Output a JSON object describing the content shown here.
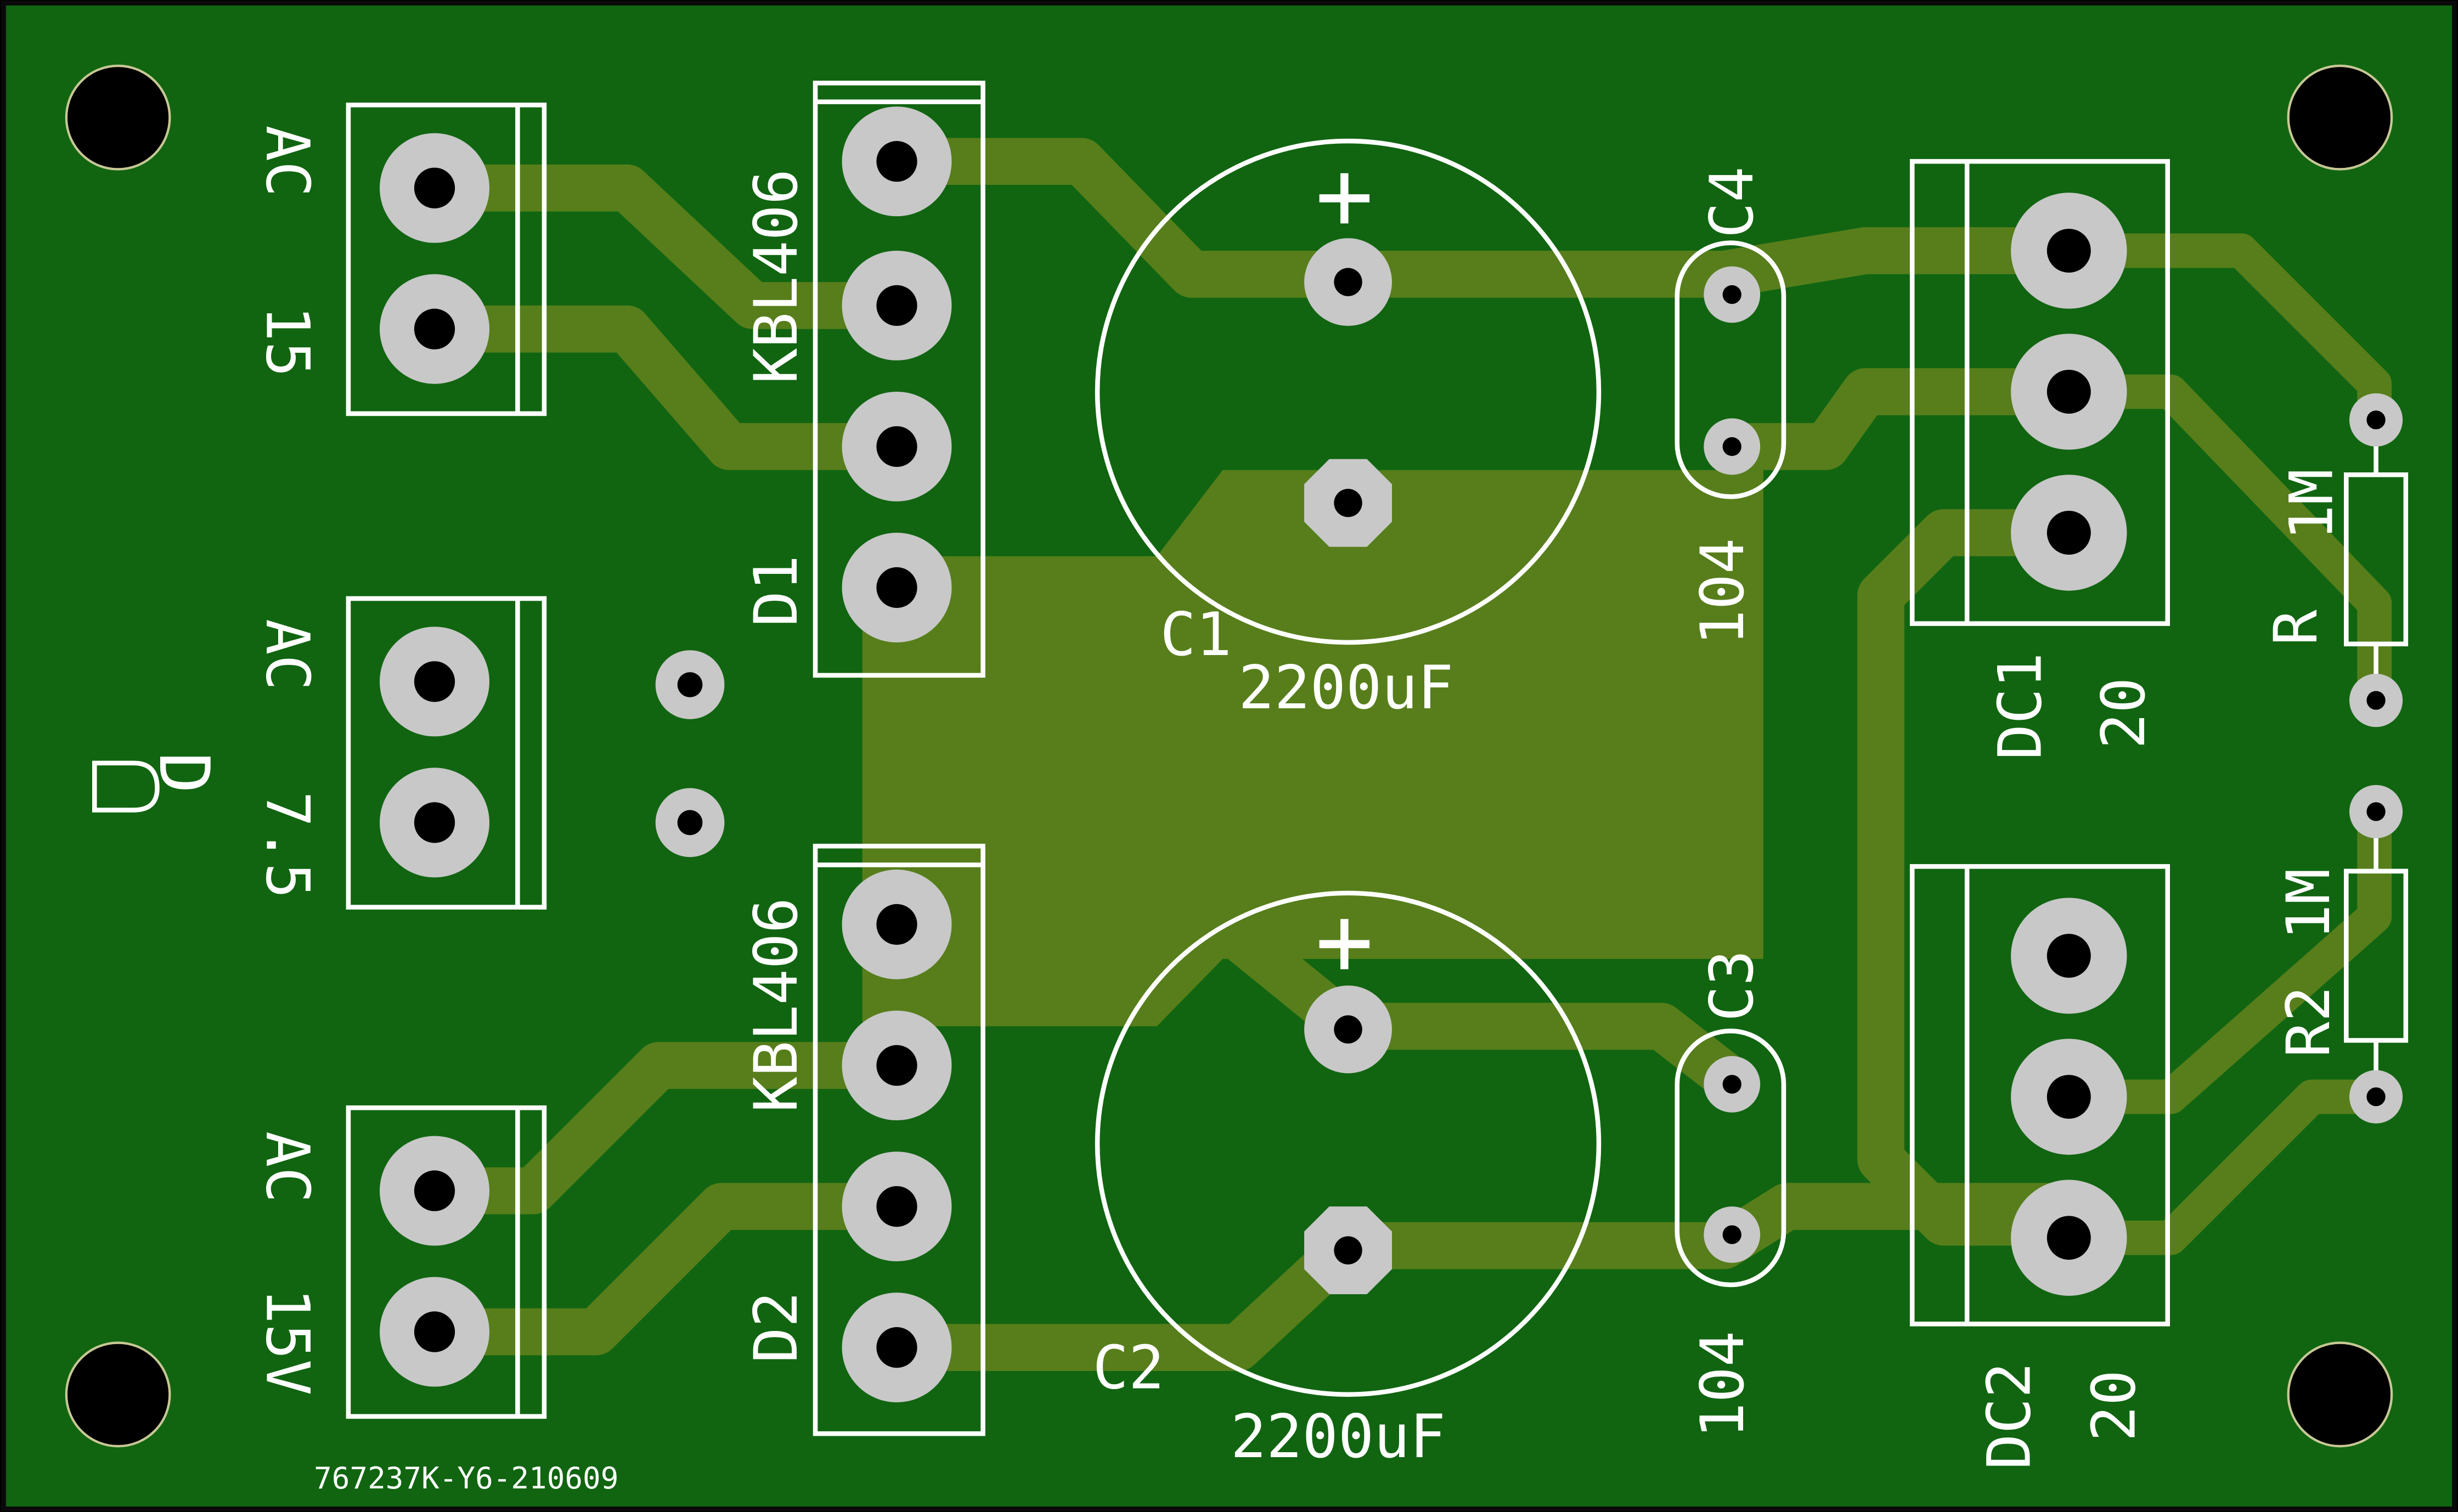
{
  "colors": {
    "board": "#116511",
    "copper": "#577e1b",
    "pad": "#c8c8c8",
    "hole": "#000000",
    "silk": "#ffffff",
    "edge": "#000000"
  },
  "labels": {
    "ac_top_line1": "AC",
    "ac_top_line2": "15",
    "ac_mid_line1": "AC",
    "ac_mid_line2": "7.5",
    "ac_bot_line1": "AC",
    "ac_bot_line2": "15V",
    "bridge1_part": "KBL406",
    "bridge1_ref": "D1",
    "bridge2_part": "KBL406",
    "bridge2_ref": "D2",
    "c1_ref": "C1",
    "c1_value": "2200uF",
    "c2_ref": "C2",
    "c2_value": "2200uF",
    "polarity_plus": "+",
    "c4_ref": "C4",
    "c4_value": "104",
    "c3_ref": "C3",
    "c3_value": "104",
    "dc1_ref": "DC1",
    "dc1_value": "20",
    "dc2_ref": "DC2",
    "dc2_value": "20",
    "r1_ref": "R",
    "r1_value": "1M",
    "r2_ref": "R2",
    "r2_value": "1M",
    "board_letter": "D",
    "board_code": "767237K-Y6-210609"
  }
}
